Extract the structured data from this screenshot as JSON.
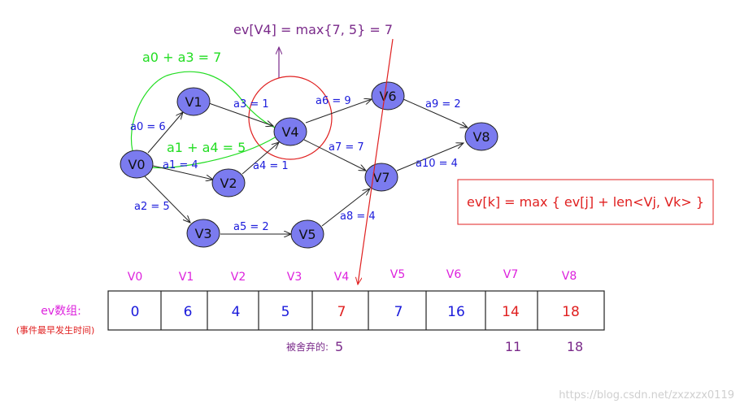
{
  "title_formula": "ev[V4] = max{7, 5} = 7",
  "path_label_top": "a0 + a3 = 7",
  "path_label_mid": "a1 + a4 = 5",
  "formula_box": "ev[k] = max { ev[j] + len<Vj, Vk> }",
  "nodes": [
    {
      "id": "V0",
      "label": "V0"
    },
    {
      "id": "V1",
      "label": "V1"
    },
    {
      "id": "V2",
      "label": "V2"
    },
    {
      "id": "V3",
      "label": "V3"
    },
    {
      "id": "V4",
      "label": "V4"
    },
    {
      "id": "V5",
      "label": "V5"
    },
    {
      "id": "V6",
      "label": "V6"
    },
    {
      "id": "V7",
      "label": "V7"
    },
    {
      "id": "V8",
      "label": "V8"
    }
  ],
  "edges": [
    {
      "label": "a0 = 6"
    },
    {
      "label": "a1 = 4"
    },
    {
      "label": "a2 = 5"
    },
    {
      "label": "a3 = 1"
    },
    {
      "label": "a4 = 1"
    },
    {
      "label": "a5 = 2"
    },
    {
      "label": "a6 = 9"
    },
    {
      "label": "a7 = 7"
    },
    {
      "label": "a8 = 4"
    },
    {
      "label": "a9 = 2"
    },
    {
      "label": "a10 = 4"
    }
  ],
  "array": {
    "name": "ev数组:",
    "subtitle": "(事件最早发生时间)",
    "headers": [
      "V0",
      "V1",
      "V2",
      "V3",
      "V4",
      "V5",
      "V6",
      "V7",
      "V8"
    ],
    "values": [
      "0",
      "6",
      "4",
      "5",
      "7",
      "7",
      "16",
      "14",
      "18"
    ]
  },
  "discarded_label": "被舍弃的:",
  "discarded_value": "5",
  "below_values": {
    "v7": "11",
    "v8": "18"
  },
  "watermark": "https://blog.csdn.net/zxzxzx0119",
  "colors": {
    "node_fill": "#7b7bef",
    "edge_label": "#1a1adb",
    "green": "#22dd22",
    "red": "#e02020",
    "purple": "#7a2a8a",
    "magenta": "#dd22dd"
  }
}
